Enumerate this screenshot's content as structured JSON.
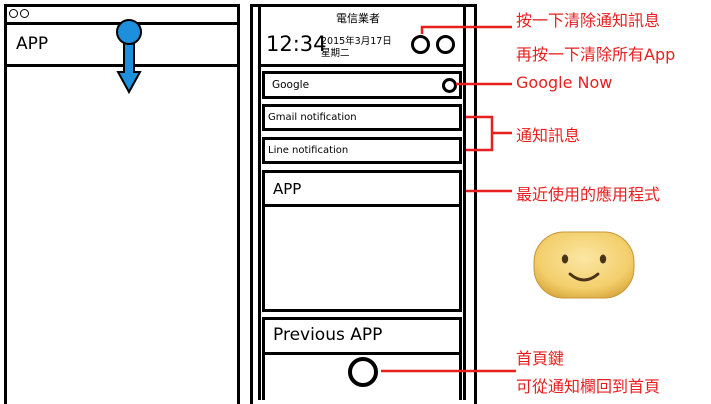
{
  "left_phone": {
    "app_label": "APP"
  },
  "right_phone": {
    "carrier": "電信業者",
    "time": "12:34",
    "date": "2015年3月17日",
    "weekday": "星期二",
    "google_card": "Google",
    "notifications": [
      "Gmail notification",
      "Line notification"
    ],
    "recent_app_label": "APP",
    "previous_app_label": "Previous APP"
  },
  "annotations": {
    "clear_line1": "按一下清除通知訊息",
    "clear_line2": "再按一下清除所有App",
    "google_now": "Google Now",
    "notifications": "通知訊息",
    "recent_apps": "最近使用的應用程式",
    "home_line1": "首頁鍵",
    "home_line2": "可從通知欄回到首頁"
  },
  "colors": {
    "annotation_red": "#e81f1f",
    "arrow_blue": "#1e8fdd",
    "smiley_face": "#f5d57a"
  },
  "icons": [
    "drag-down-arrow-icon",
    "clear-notification-icon",
    "google-now-icon",
    "home-button-icon",
    "smiley-face-icon"
  ]
}
